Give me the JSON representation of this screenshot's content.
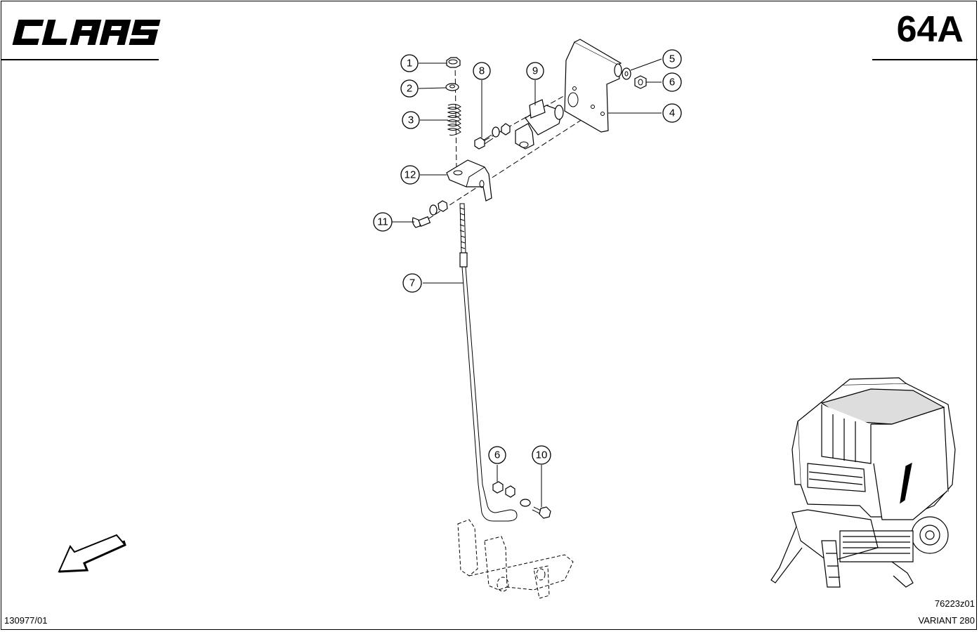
{
  "header": {
    "brand": "CLAAS",
    "page_code": "64A"
  },
  "footer": {
    "document_number": "130977/01",
    "illustration_number": "76223z01",
    "machine_variant": "VARIANT 280"
  },
  "callouts": {
    "c1": "1",
    "c2": "2",
    "c3": "3",
    "c4": "4",
    "c5": "5",
    "c6a": "6",
    "c6b": "6",
    "c7": "7",
    "c8": "8",
    "c9": "9",
    "c10": "10",
    "c11": "11",
    "c12": "12"
  },
  "icons": {
    "direction": "arrow-down-left-icon",
    "machine": "round-baler-thumbnail-icon"
  }
}
